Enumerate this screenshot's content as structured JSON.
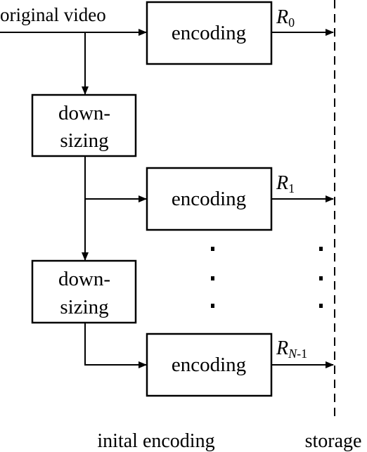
{
  "diagram": {
    "input_label": "original video",
    "encoding_label": "encoding",
    "downsizing_line1": "down-",
    "downsizing_line2": "sizing",
    "outputs": [
      {
        "base": "R",
        "sub": "0"
      },
      {
        "base": "R",
        "sub": "1"
      },
      {
        "base": "R",
        "sub_italic": "N",
        "sub": "-1"
      }
    ],
    "ellipsis": ".",
    "footer_left": "inital encoding",
    "footer_right": "storage"
  }
}
